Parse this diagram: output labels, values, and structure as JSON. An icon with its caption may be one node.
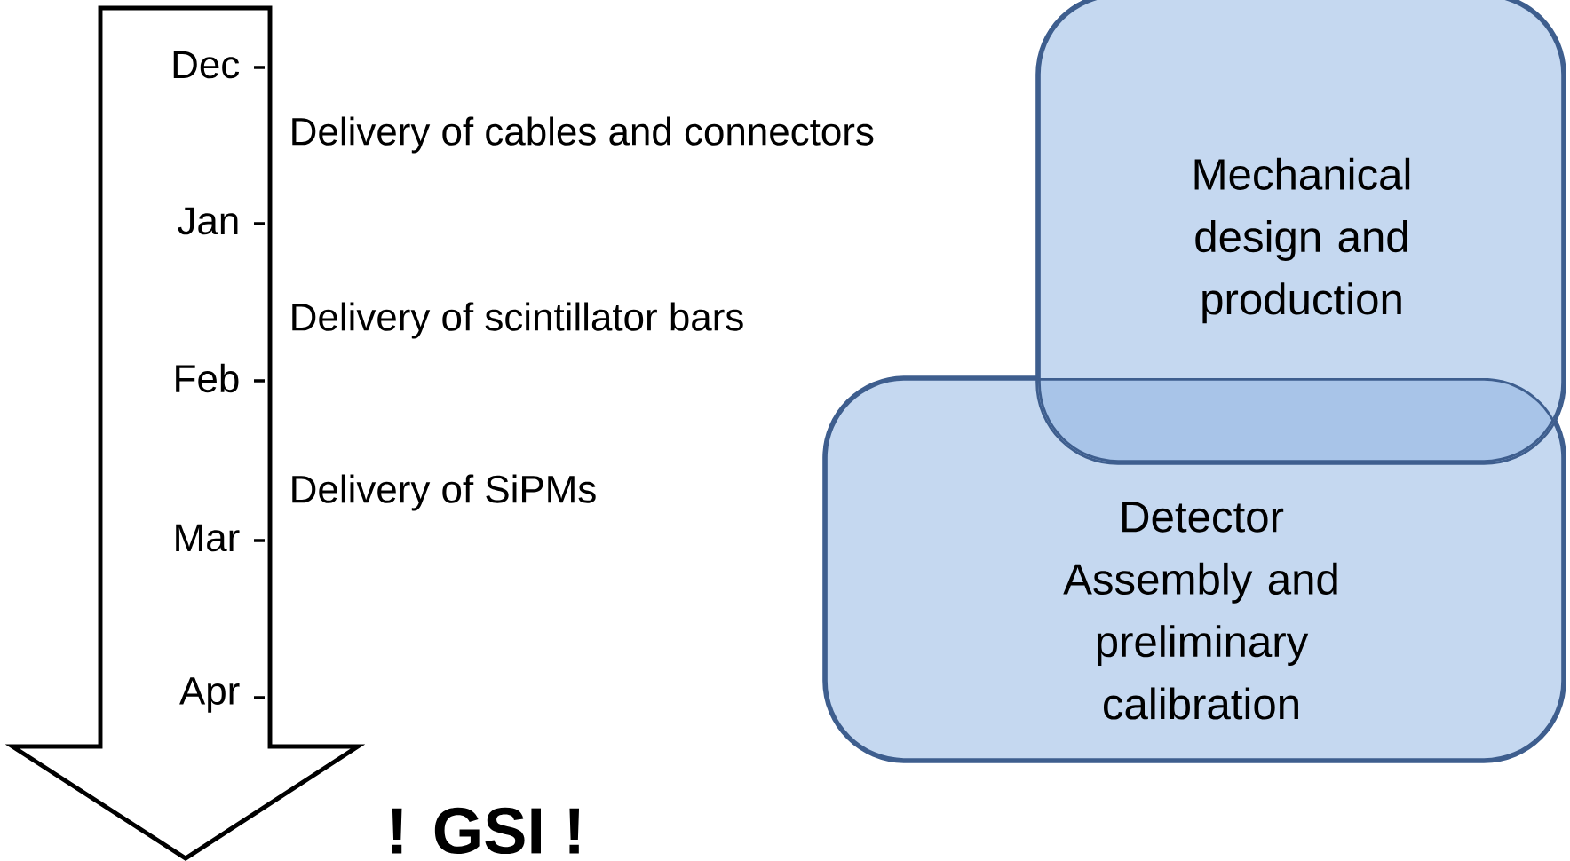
{
  "diagram": {
    "nodes": [
      {
        "text": [
          "Mechanical design and production"
        ]
      },
      {
        "text": [
          "Detector Assembly and preliminary calibration"
        ]
      }
    ],
    "labels": [
      "Dec",
      "Delivery of cables and connectors",
      "Jan",
      "Delivery of scintillator bars",
      "Feb",
      "Delivery of SiPMs",
      "Mar",
      "Apr",
      "! GSI !"
    ]
  }
}
